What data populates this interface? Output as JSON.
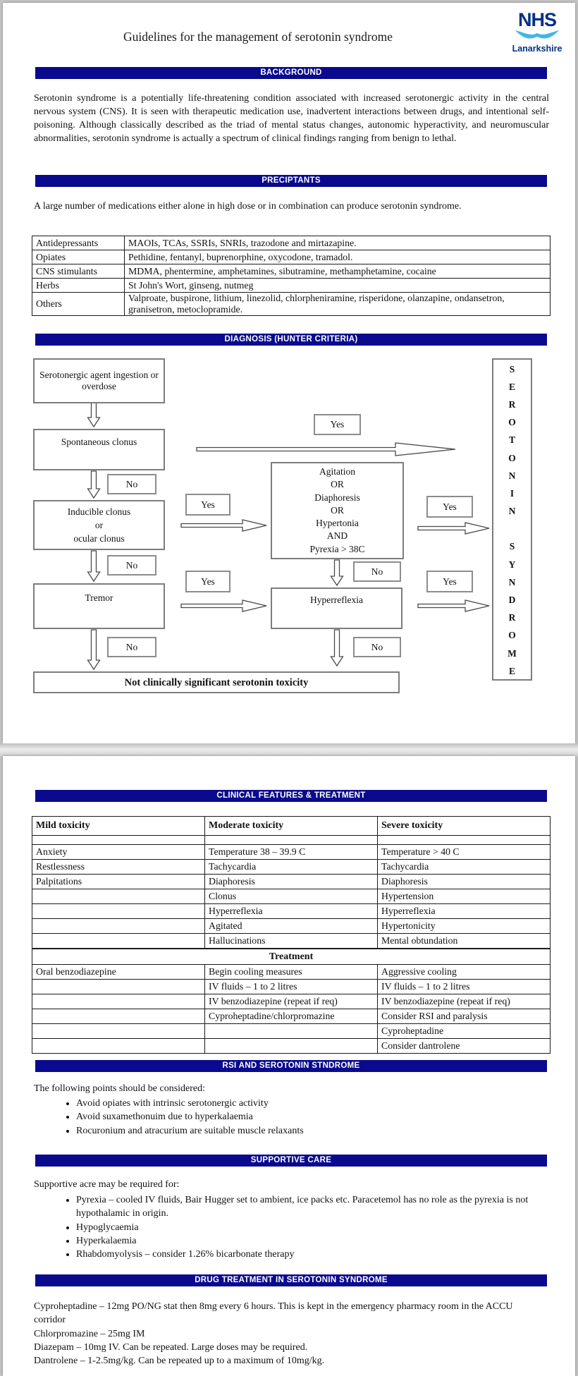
{
  "colors": {
    "header_bar": "#0a0a8f",
    "nhs_blue": "#003087",
    "nhs_light_blue": "#41b6e6"
  },
  "logo": {
    "org": "NHS",
    "region": "Lanarkshire"
  },
  "title": "Guidelines for the management of serotonin syndrome",
  "background": {
    "header": "BACKGROUND",
    "body": "Serotonin syndrome is a potentially life-threatening condition associated with increased serotonergic activity in the central nervous system (CNS). It is seen with therapeutic medication use, inadvertent interactions between drugs, and intentional self-poisoning. Although classically described as the triad of mental status changes, autonomic hyperactivity, and neuromuscular abnormalities, serotonin syndrome is actually a spectrum of clinical findings ranging from benign to lethal."
  },
  "precipitants": {
    "header": "PRECIPTANTS",
    "intro": "A large number of medications either alone in high dose or in combination can produce serotonin syndrome.",
    "rows": [
      {
        "category": "Antidepressants",
        "drugs": "MAOIs, TCAs, SSRIs, SNRIs, trazodone and mirtazapine."
      },
      {
        "category": "Opiates",
        "drugs": "Pethidine, fentanyl, buprenorphine,  oxycodone, tramadol."
      },
      {
        "category": "CNS stimulants",
        "drugs": "MDMA, phentermine, amphetamines, sibutramine, methamphetamine, cocaine"
      },
      {
        "category": "Herbs",
        "drugs": "St John's Wort, ginseng, nutmeg"
      },
      {
        "category": "Others",
        "drugs": "Valproate, buspirone, lithium, linezolid, chlorpheniramine, risperidone, olanzapine, ondansetron, granisetron, metoclopramide."
      }
    ]
  },
  "diagnosis": {
    "header": "DIAGNOSIS (HUNTER CRITERIA)"
  },
  "flowchart": {
    "start": "Serotonergic agent ingestion or overdose",
    "spontaneous": "Spontaneous clonus",
    "inducible_lines": [
      "Inducible clonus",
      "or",
      "ocular clonus"
    ],
    "tremor": "Tremor",
    "agitation_lines": [
      "Agitation",
      "OR",
      "Diaphoresis",
      "OR",
      "Hypertonia",
      "AND",
      "Pyrexia > 38C"
    ],
    "hyperreflexia": "Hyperreflexia",
    "yes": "Yes",
    "no": "No",
    "not_significant": "Not clinically significant serotonin toxicity",
    "outcome_letters": [
      "S",
      "E",
      "R",
      "O",
      "T",
      "O",
      "N",
      "I",
      "N",
      "",
      "S",
      "Y",
      "N",
      "D",
      "R",
      "O",
      "M",
      "E"
    ]
  },
  "clinical": {
    "header": "CLINICAL FEATURES & TREATMENT",
    "columns": [
      "Mild toxicity",
      "Moderate toxicity",
      "Severe toxicity"
    ],
    "feature_rows": [
      {
        "mild": "Anxiety",
        "moderate": "Temperature 38 – 39.9 C",
        "severe": "Temperature > 40 C"
      },
      {
        "mild": "Restlessness",
        "moderate": "Tachycardia",
        "severe": "Tachycardia"
      },
      {
        "mild": "Palpitations",
        "moderate": "Diaphoresis",
        "severe": "Diaphoresis"
      },
      {
        "mild": "",
        "moderate": "Clonus",
        "severe": "Hypertension"
      },
      {
        "mild": "",
        "moderate": "Hyperreflexia",
        "severe": "Hyperreflexia"
      },
      {
        "mild": "",
        "moderate": "Agitated",
        "severe": "Hypertonicity"
      },
      {
        "mild": "",
        "moderate": "Hallucinations",
        "severe": "Mental obtundation"
      }
    ],
    "treatment_title": "Treatment",
    "treatment_rows": [
      {
        "mild": "Oral benzodiazepine",
        "moderate": "Begin cooling measures",
        "severe": "Aggressive cooling"
      },
      {
        "mild": "",
        "moderate": "IV fluids – 1 to 2 litres",
        "severe": "IV fluids – 1 to 2 litres"
      },
      {
        "mild": "",
        "moderate": "IV benzodiazepine (repeat if req)",
        "severe": "IV benzodiazepine (repeat if req)"
      },
      {
        "mild": "",
        "moderate": "Cyproheptadine/chlorpromazine",
        "severe": "Consider RSI and paralysis"
      },
      {
        "mild": "",
        "moderate": "",
        "severe": "Cyproheptadine"
      },
      {
        "mild": "",
        "moderate": "",
        "severe": "Consider dantrolene"
      }
    ]
  },
  "rsi": {
    "header": "RSI AND SEROTONIN STNDROME",
    "intro": "The following points should be considered:",
    "bullets": [
      "Avoid opiates with intrinsic serotonergic activity",
      "Avoid suxamethonuim due to hyperkalaemia",
      "Rocuronium and atracurium are suitable muscle relaxants"
    ]
  },
  "supportive": {
    "header": "SUPPORTIVE CARE",
    "intro": "Supportive acre may be required for:",
    "bullets": [
      "Pyrexia – cooled IV fluids, Bair Hugger set to ambient, ice packs etc. Paracetemol has no role as the pyrexia is not hypothalamic in origin.",
      "Hypoglycaemia",
      "Hyperkalaemia",
      "Rhabdomyolysis – consider 1.26% bicarbonate therapy"
    ]
  },
  "drug_treatment": {
    "header": "DRUG TREATMENT IN SEROTONIN SYNDROME",
    "lines": [
      "Cyproheptadine – 12mg PO/NG stat then 8mg every 6 hours. This is kept in the emergency pharmacy room in the ACCU corridor",
      "Chlorpromazine – 25mg IM",
      "Diazepam – 10mg IV. Can be repeated. Large doses may be required.",
      "Dantrolene – 1-2.5mg/kg. Can be repeated up to a maximum of 10mg/kg."
    ]
  }
}
